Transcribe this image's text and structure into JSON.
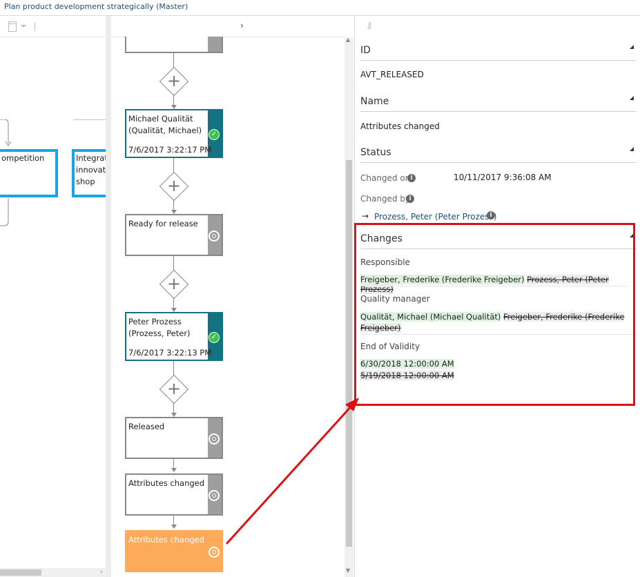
{
  "window": {
    "title": "Plan product development strategically (Master)"
  },
  "left_pane": {
    "boxes": [
      {
        "label": "ompetition"
      },
      {
        "label": "Integrate\ninnovatio\nshop"
      }
    ]
  },
  "flow": {
    "steps": [
      {
        "label": "Michael Qualität\n(Qualität, Michael)",
        "date": "7/6/2017 3:22:17 PM",
        "status": "done"
      },
      {
        "label": "Ready for release",
        "status": "pending"
      },
      {
        "label": "Peter Prozess\n(Prozess, Peter)",
        "date": "7/6/2017 3:22:13 PM",
        "status": "done"
      },
      {
        "label": "Released",
        "status": "pending"
      },
      {
        "label": "Attributes changed",
        "status": "pending"
      },
      {
        "label": "Attributes changed",
        "status": "current"
      }
    ]
  },
  "details": {
    "id_header": "ID",
    "id_value": "AVT_RELEASED",
    "name_header": "Name",
    "name_value": "Attributes changed",
    "status_header": "Status",
    "changed_on_label": "Changed on",
    "changed_on_value": "10/11/2017 9:36:08 AM",
    "changed_by_label": "Changed by",
    "changed_by_value": "Prozess, Peter (Peter Prozess)",
    "changes_header": "Changes",
    "changes": [
      {
        "field": "Responsible",
        "new": "Freigeber, Frederike (Frederike Freigeber)",
        "old": "Prozess, Peter (Peter Prozess)"
      },
      {
        "field": "Quality manager",
        "new": "Qualität, Michael (Michael Qualität)",
        "old_line1": "Freigeber, Frederike (Frederike",
        "old_line2": "Freigeber)"
      },
      {
        "field": "End of Validity",
        "new": "6/30/2018 12:00:00 AM",
        "old": "5/19/2018 12:00:00 AM"
      }
    ]
  },
  "colors": {
    "accent_teal": "#137380",
    "current_orange": "#fdab5a",
    "highlight_red": "#e01010",
    "box_blue": "#1aa3e8"
  }
}
